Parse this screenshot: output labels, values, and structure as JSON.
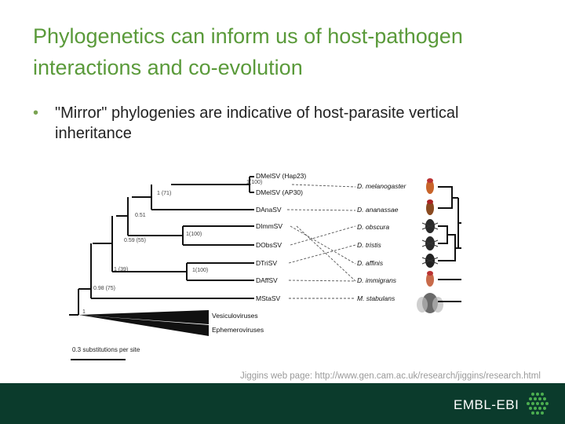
{
  "slide": {
    "title": "Phylogenetics can inform us of host-pathogen interactions and co-evolution",
    "bullets": [
      "\"Mirror\" phylogenies are indicative of host-parasite vertical inheritance"
    ],
    "credit": "Jiggins web page: http://www.gen.cam.ac.uk/research/jiggins/research.html",
    "footer_logo": "EMBL-EBI",
    "accent_color": "#5a9a3a",
    "footer_color": "#0b3b2c"
  },
  "figure": {
    "virus_taxa": [
      "DMelSV (Hap23)",
      "DMelSV (AP30)",
      "DAnaSV",
      "DImmSV",
      "DObsSV",
      "DTriSV",
      "DAffSV",
      "MStaSV"
    ],
    "outgroups": [
      "Vesiculoviruses",
      "Ephemeroviruses"
    ],
    "host_taxa": [
      "D. melanogaster",
      "D. ananassae",
      "D. obscura",
      "D. tristis",
      "D. affinis",
      "D. immigrans",
      "M. stabulans"
    ],
    "support_values": [
      "1(100)",
      "1 (71)",
      "0.51",
      "1(100)",
      "0.59 (55)",
      "1(100)",
      "1 (39)",
      "0.98 (75)",
      "1"
    ],
    "scale_label": "0.3 substitutions per site",
    "fly_icons": [
      "fly-icon",
      "fly-icon",
      "fly-icon",
      "fly-icon",
      "fly-icon",
      "fly-icon",
      "housefly-icon"
    ]
  }
}
